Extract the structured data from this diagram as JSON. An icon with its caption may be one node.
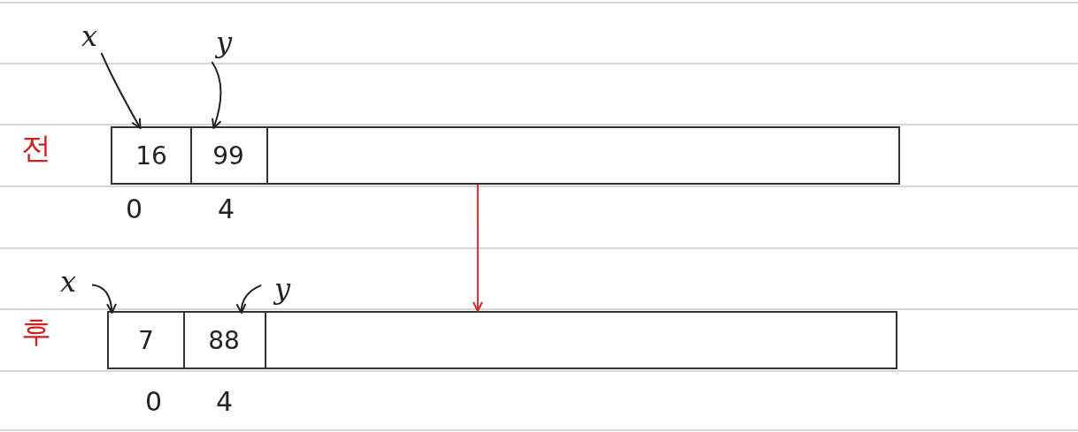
{
  "diagram": {
    "nodes": [
      {
        "text": [],
        "shape": "bar"
      },
      {
        "text": [
          "16"
        ],
        "in": 0
      },
      {
        "text": [
          "99"
        ],
        "in": 0
      },
      {
        "text": [
          "x"
        ]
      },
      {
        "text": [
          "y"
        ]
      },
      {
        "text": [],
        "shape": "bar"
      },
      {
        "text": [
          "7"
        ],
        "in": 5
      },
      {
        "text": [
          "88"
        ],
        "in": 5
      },
      {
        "text": [
          "x"
        ]
      },
      {
        "text": [
          "y"
        ]
      }
    ],
    "edges": [
      {
        "from": 3,
        "to": 1,
        "arrow": "to"
      },
      {
        "from": 4,
        "to": 2,
        "arrow": "to"
      },
      {
        "from": 8,
        "to": 6,
        "arrow": "to"
      },
      {
        "from": 9,
        "to": 7,
        "arrow": "to"
      },
      {
        "from": 0,
        "to": 5,
        "arrow": "to",
        "color": "#d02a2a"
      }
    ],
    "labels": [
      "전",
      "0",
      "4",
      "후",
      "0",
      "4"
    ]
  }
}
